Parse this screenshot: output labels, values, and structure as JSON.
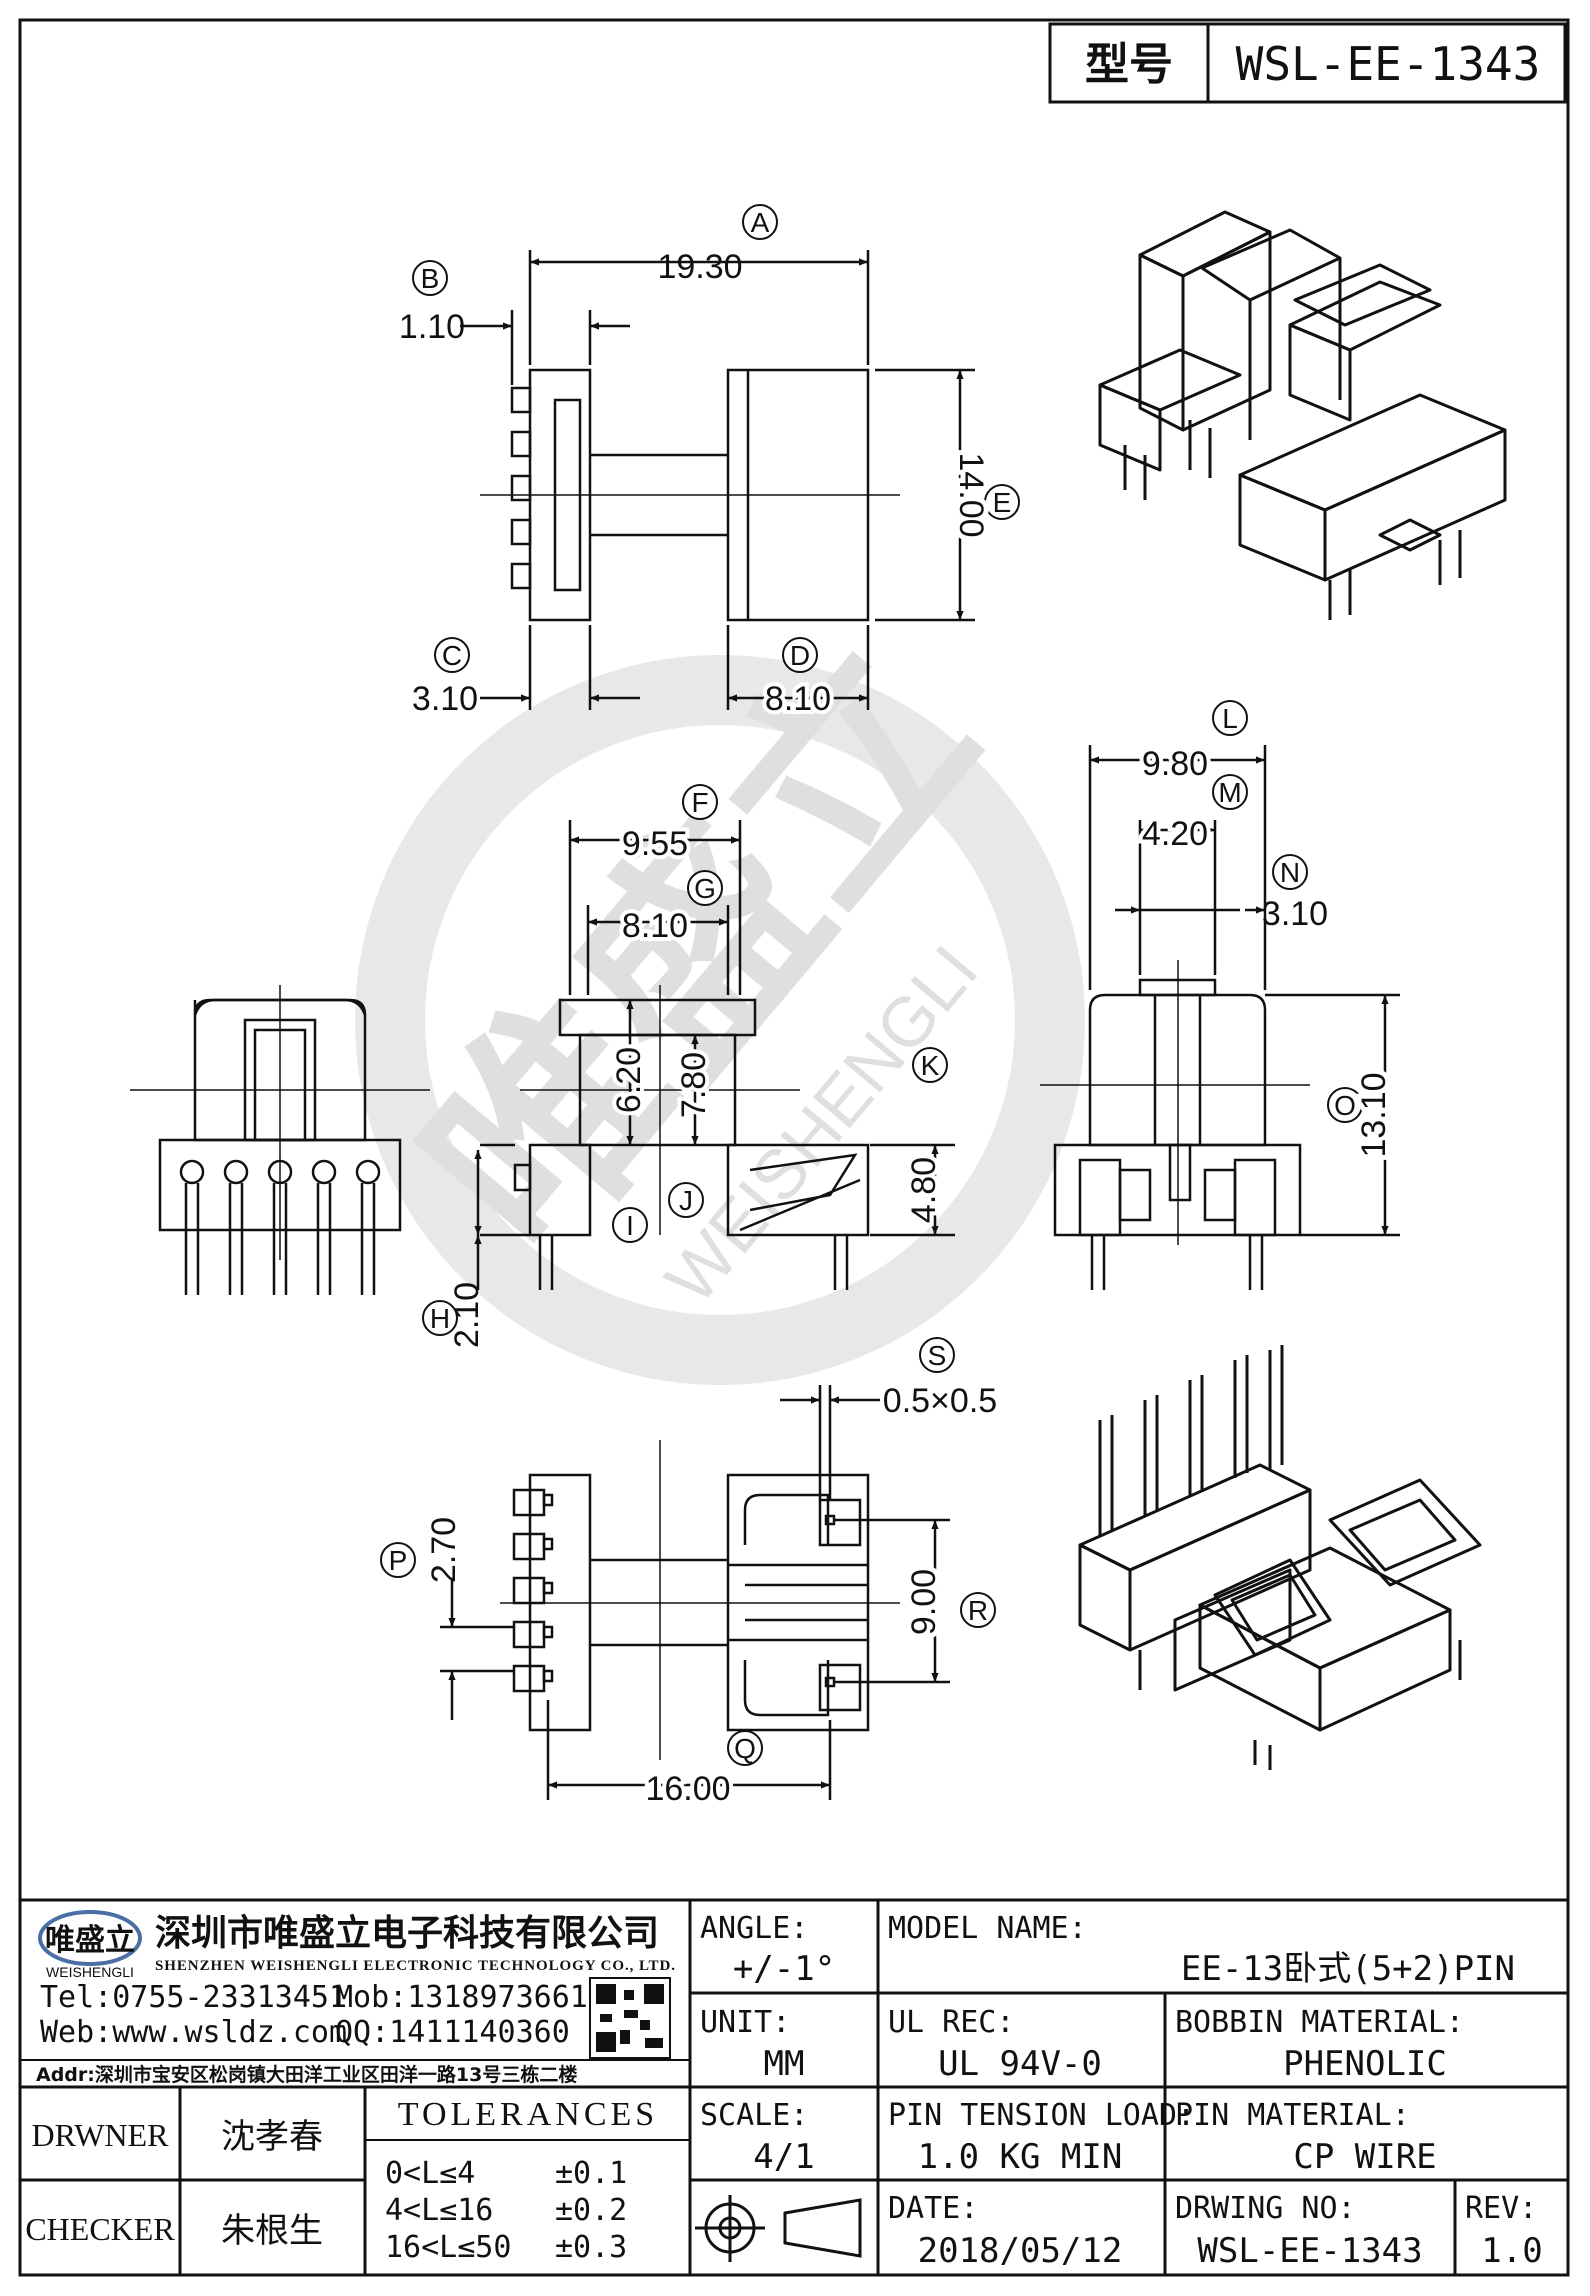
{
  "header": {
    "label": "型号",
    "part_no": "WSL-EE-1343"
  },
  "dims": {
    "a": {
      "letter": "A",
      "value": "19.30"
    },
    "b": {
      "letter": "B",
      "value": "1.10"
    },
    "c": {
      "letter": "C",
      "value": "3.10"
    },
    "d": {
      "letter": "D",
      "value": "8.10"
    },
    "e": {
      "letter": "E",
      "value": "14.00"
    },
    "f": {
      "letter": "F",
      "value": "9.55"
    },
    "g": {
      "letter": "G",
      "value": "8.10"
    },
    "h": {
      "letter": "H",
      "value": "2.10"
    },
    "i": {
      "letter": "I",
      "value": "6.20"
    },
    "j": {
      "letter": "J",
      "value": "7.80"
    },
    "k": {
      "letter": "K",
      "value": "4.80"
    },
    "l": {
      "letter": "L",
      "value": "9.80"
    },
    "m": {
      "letter": "M",
      "value": "4.20"
    },
    "n": {
      "letter": "N",
      "value": "3.10"
    },
    "o": {
      "letter": "O",
      "value": "13.10"
    },
    "p": {
      "letter": "P",
      "value": "2.70"
    },
    "q": {
      "letter": "Q",
      "value": "16.00"
    },
    "r": {
      "letter": "R",
      "value": "9.00"
    },
    "s": {
      "letter": "S",
      "value": "0.5×0.5"
    }
  },
  "watermark": {
    "brand": "唯盛立",
    "pinyin": "WEISHENGLI"
  },
  "company": {
    "logo_text": "唯盛立",
    "logo_sub": "WEISHENGLI",
    "name_cn": "深圳市唯盛立电子科技有限公司",
    "name_en": "SHENZHEN WEISHENGLI ELECTRONIC TECHNOLOGY CO., LTD.",
    "tel": "Tel:0755-23313451",
    "mob": "Mob:13189736612",
    "web": "Web:www.wsldz.com",
    "qq": "QQ:1411140360",
    "addr": "Addr:深圳市宝安区松岗镇大田洋工业区田洋一路13号三栋二楼"
  },
  "title_block": {
    "angle_label": "ANGLE:",
    "angle_value": "+/-1°",
    "model_label": "MODEL NAME:",
    "model_value": "EE-13卧式(5+2)PIN",
    "unit_label": "UNIT:",
    "unit_value": "MM",
    "ul_label": "UL REC:",
    "ul_value": "UL 94V-0",
    "bobbin_label": "BOBBIN MATERIAL:",
    "bobbin_value": "PHENOLIC",
    "drawer_label": "DRWNER",
    "drawer_name": "沈孝春",
    "checker_label": "CHECKER",
    "checker_name": "朱根生",
    "tol_title": "TOLERANCES",
    "tol_rows": [
      {
        "range": "0<L≤4",
        "tol": "±0.1"
      },
      {
        "range": "4<L≤16",
        "tol": "±0.2"
      },
      {
        "range": "16<L≤50",
        "tol": "±0.3"
      }
    ],
    "scale_label": "SCALE:",
    "scale_value": "4/1",
    "pin_tension_label": "PIN TENSION LOAD:",
    "pin_tension_value": "1.0 KG MIN",
    "pin_material_label": "PIN MATERIAL:",
    "pin_material_value": "CP WIRE",
    "date_label": "DATE:",
    "date_value": "2018/05/12",
    "drawing_no_label": "DRWING NO:",
    "drawing_no_value": "WSL-EE-1343",
    "rev_label": "REV:",
    "rev_value": "1.0"
  }
}
